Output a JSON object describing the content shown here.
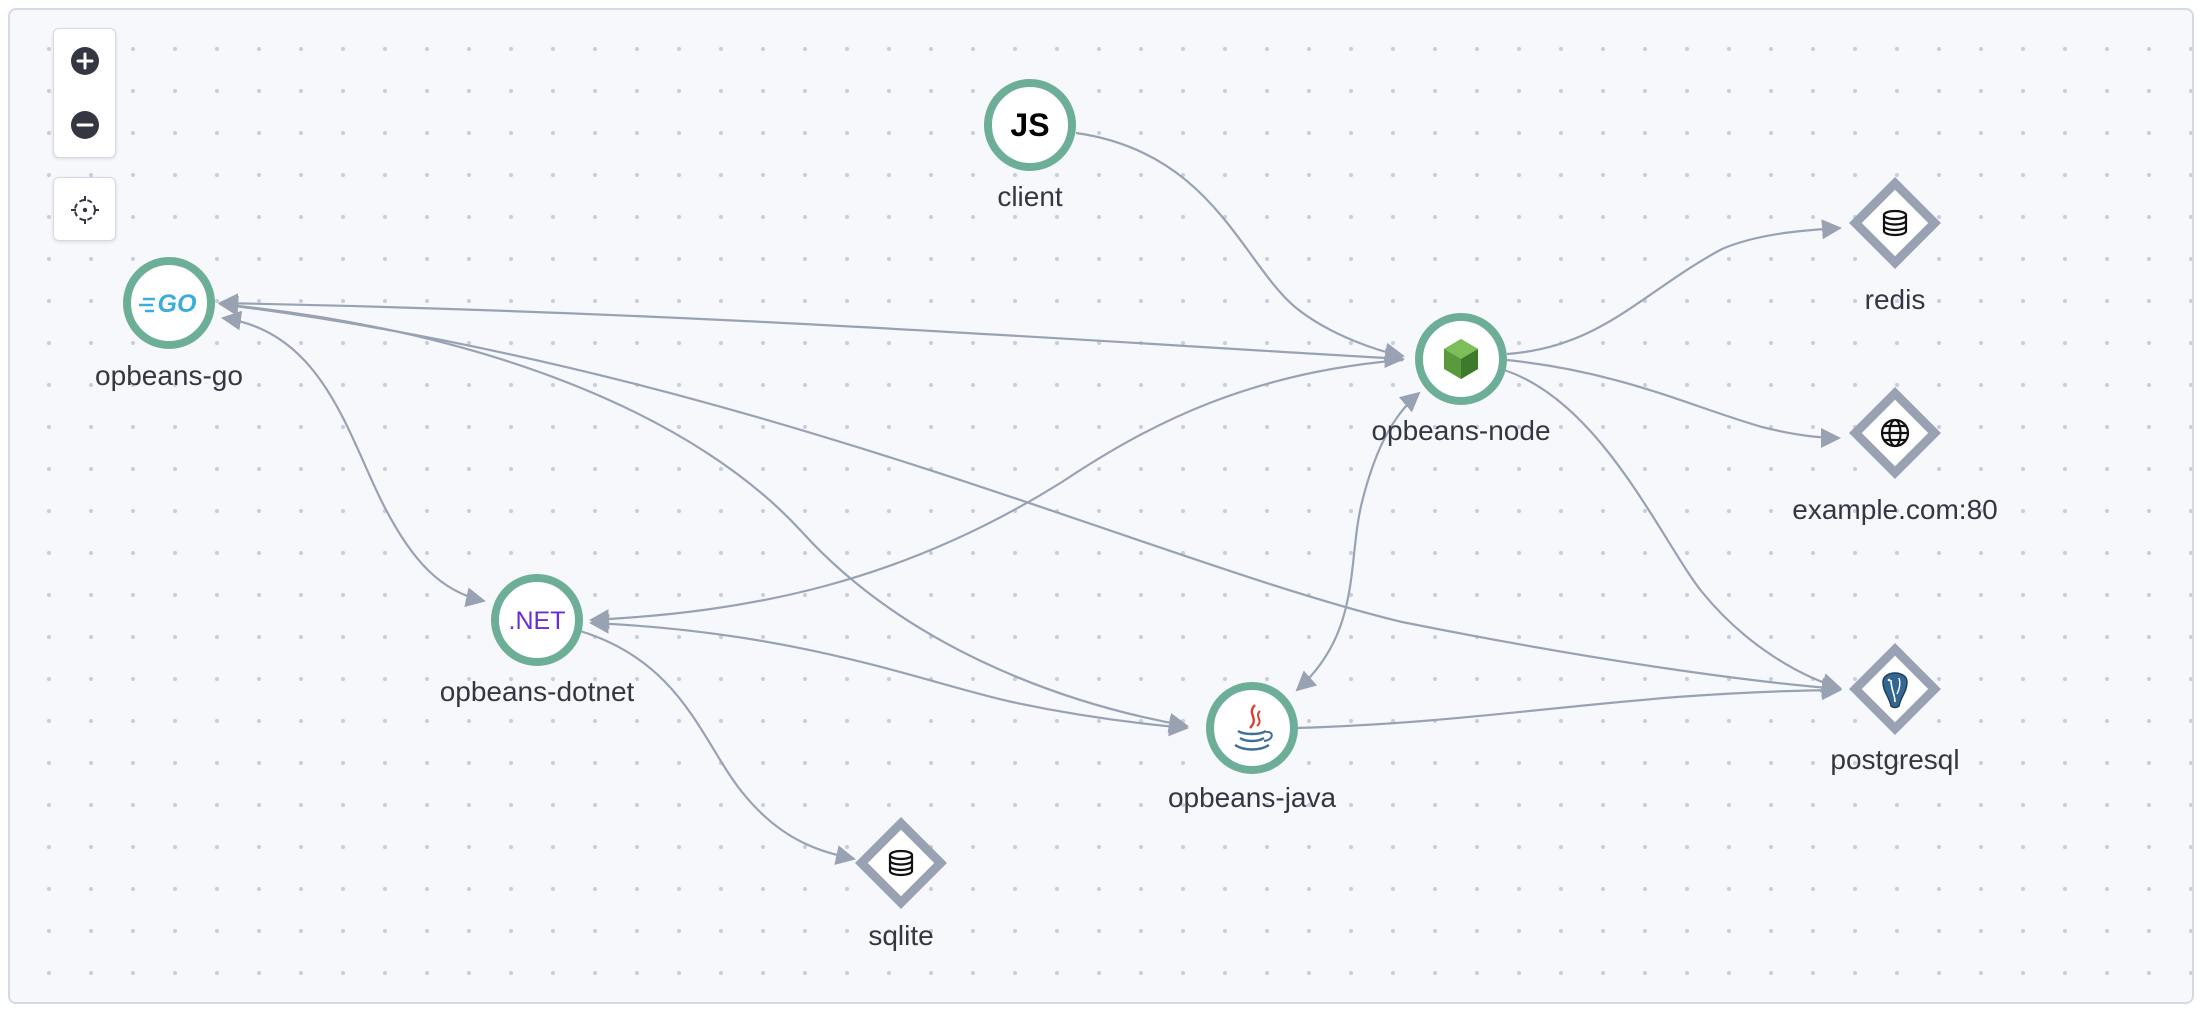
{
  "controls": {
    "zoom_in": {
      "icon": "plus-circle-icon"
    },
    "zoom_out": {
      "icon": "minus-circle-icon"
    },
    "center": {
      "icon": "crosshair-icon"
    }
  },
  "colors": {
    "service_ring": "#6dae96",
    "dependency_border": "#98a2b3",
    "edge": "#98a2b3",
    "go_blue": "#3aaed8",
    "dotnet_purple": "#6a2ed6",
    "node_green": "#5a9a3c",
    "java_red": "#d8412f",
    "java_blue": "#3c6f9a",
    "postgres_blue": "#336791"
  },
  "services": {
    "client": {
      "label": "client",
      "logo_text": "JS",
      "icon": "javascript-logo"
    },
    "opbeans_go": {
      "label": "opbeans-go",
      "logo_text": "GO",
      "icon": "go-logo"
    },
    "opbeans_node": {
      "label": "opbeans-node",
      "icon": "nodejs-logo"
    },
    "opbeans_dotnet": {
      "label": "opbeans-dotnet",
      "logo_text": ".NET",
      "icon": "dotnet-logo"
    },
    "opbeans_java": {
      "label": "opbeans-java",
      "icon": "java-logo"
    }
  },
  "dependencies": {
    "redis": {
      "label": "redis",
      "icon": "database-icon"
    },
    "example_com": {
      "label": "example.com:80",
      "icon": "globe-icon"
    },
    "postgresql": {
      "label": "postgresql",
      "icon": "postgresql-logo"
    },
    "sqlite": {
      "label": "sqlite",
      "icon": "database-icon"
    }
  },
  "edges": [
    {
      "from": "client",
      "to": "opbeans-node"
    },
    {
      "from": "opbeans-node",
      "to": "redis"
    },
    {
      "from": "opbeans-node",
      "to": "example.com:80"
    },
    {
      "from": "opbeans-node",
      "to": "postgresql"
    },
    {
      "from": "opbeans-go",
      "to": "opbeans-node",
      "bidirectional": true
    },
    {
      "from": "opbeans-go",
      "to": "opbeans-dotnet",
      "bidirectional": true
    },
    {
      "from": "opbeans-go",
      "to": "opbeans-java",
      "bidirectional": true
    },
    {
      "from": "opbeans-go",
      "to": "postgresql"
    },
    {
      "from": "opbeans-node",
      "to": "opbeans-dotnet"
    },
    {
      "from": "opbeans-dotnet",
      "to": "opbeans-java",
      "bidirectional": true
    },
    {
      "from": "opbeans-dotnet",
      "to": "sqlite"
    },
    {
      "from": "opbeans-java",
      "to": "opbeans-node",
      "bidirectional": true
    },
    {
      "from": "opbeans-java",
      "to": "postgresql"
    }
  ]
}
